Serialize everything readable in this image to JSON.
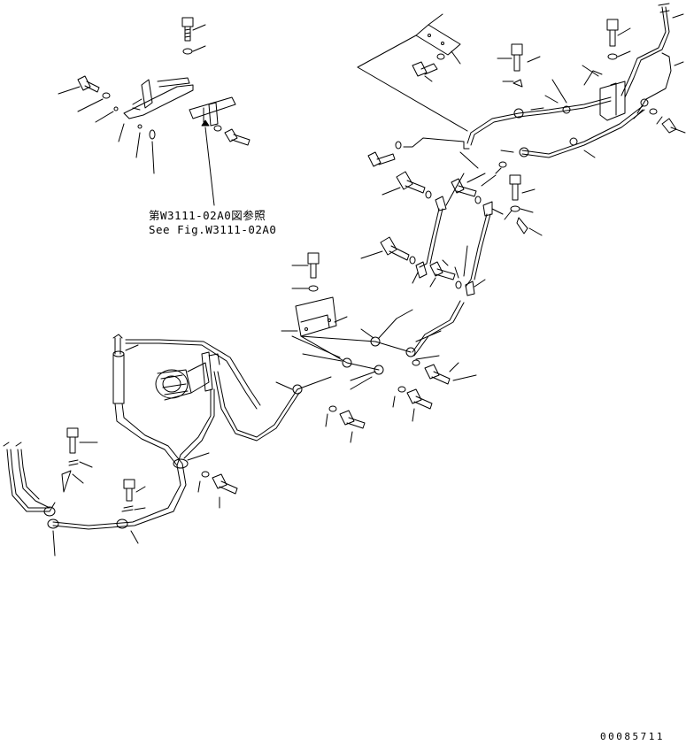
{
  "reference_note": {
    "line_ja": "第W3111-02A0図参照",
    "line_en": "See Fig.W3111-02A0"
  },
  "drawing_number": "00085711",
  "icons": [
    "bolt-icon",
    "washer-icon",
    "bracket-icon",
    "clamp-icon",
    "hose-assembly-icon",
    "compressor-icon",
    "receiver-drier-icon"
  ]
}
